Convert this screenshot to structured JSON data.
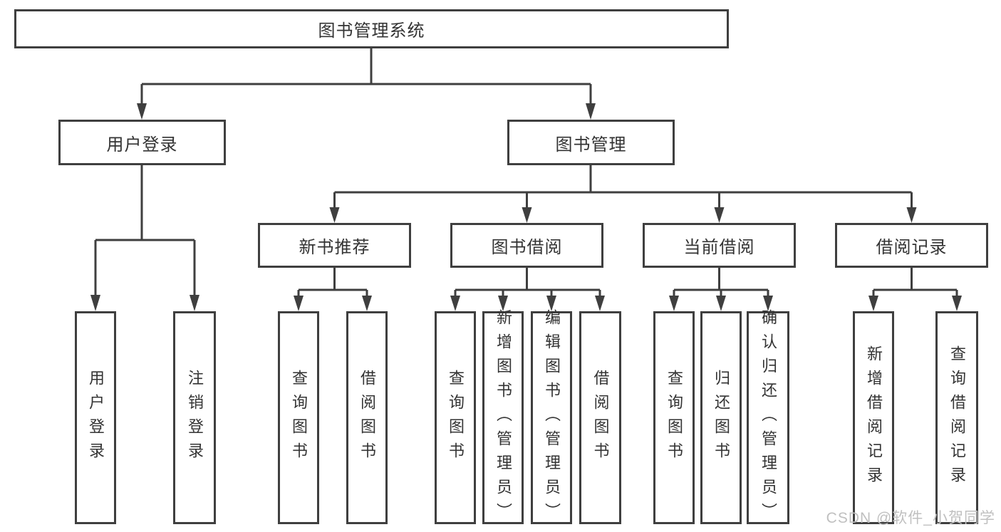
{
  "diagram": {
    "title": "图书管理系统",
    "type": "hierarchy-tree"
  },
  "tree": {
    "root": {
      "label": "图书管理系统"
    },
    "branches": [
      {
        "label": "用户登录",
        "children": [
          {
            "label": "用户登录"
          },
          {
            "label": "注销登录"
          }
        ]
      },
      {
        "label": "图书管理",
        "children": [
          {
            "label": "新书推荐",
            "children": [
              {
                "label": "查询图书"
              },
              {
                "label": "借阅图书"
              }
            ]
          },
          {
            "label": "图书借阅",
            "children": [
              {
                "label": "查询图书"
              },
              {
                "label": "新增图书（管理员）"
              },
              {
                "label": "编辑图书（管理员）"
              },
              {
                "label": "借阅图书"
              }
            ]
          },
          {
            "label": "当前借阅",
            "children": [
              {
                "label": "查询图书"
              },
              {
                "label": "归还图书"
              },
              {
                "label": "确认归还（管理员）"
              }
            ]
          },
          {
            "label": "借阅记录",
            "children": [
              {
                "label": "新增借阅记录"
              },
              {
                "label": "查询借阅记录"
              }
            ]
          }
        ]
      }
    ]
  },
  "watermark": "CSDN @软件_小贺同学",
  "colors": {
    "line": "#3f3f3f",
    "text": "#333333",
    "background": "#ffffff",
    "watermark": "#c0c0c0"
  }
}
